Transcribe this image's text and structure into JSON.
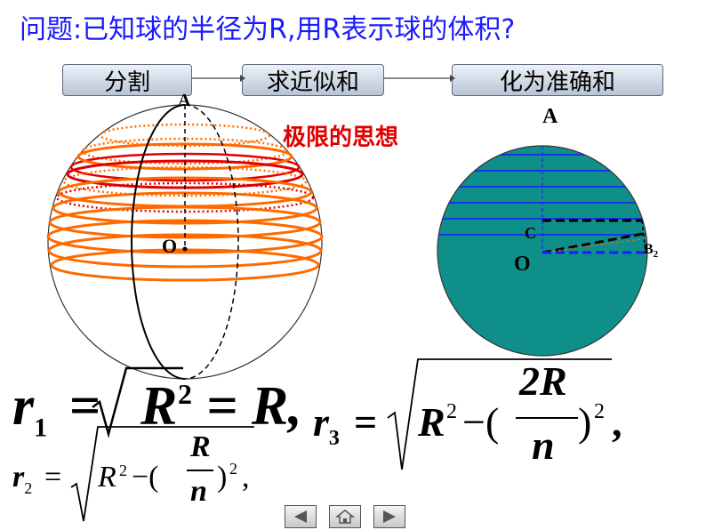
{
  "title": "问题:已知球的半径为R,用R表示球的体积?",
  "steps": [
    "分割",
    "求近似和",
    "化为准确和"
  ],
  "idea": "极限的思想",
  "sphere_labels": {
    "top": "A",
    "center": "O"
  },
  "disc_labels": {
    "top": "A",
    "center": "O",
    "c": "C",
    "b": "B",
    "b_sub": "2"
  },
  "formulas": {
    "r1": {
      "var": "r",
      "sub": "1",
      "eq": "=",
      "R": "R",
      "exp": "2",
      "rhs": "= R,"
    },
    "r2": {
      "var": "r",
      "sub": "2",
      "eq": "=",
      "R": "R",
      "exp": "2",
      "minus": "−(",
      "num": "R",
      "den": "n",
      "close": ")",
      "exp2": "2",
      "comma": ","
    },
    "r3": {
      "var": "r",
      "sub": "3",
      "eq": "=",
      "R": "R",
      "exp": "2",
      "minus": "−(",
      "num": "2R",
      "den": "n",
      "close": ")",
      "exp2": "2",
      "comma": ","
    }
  },
  "nav": {
    "prev": "previous-icon",
    "home": "home-icon",
    "next": "next-icon"
  },
  "colors": {
    "title": "#1a1aff",
    "rings": "#ff6a00",
    "red_ring": "#e00000",
    "disc": "#0f8f8a",
    "lines": "#1a1aff"
  }
}
